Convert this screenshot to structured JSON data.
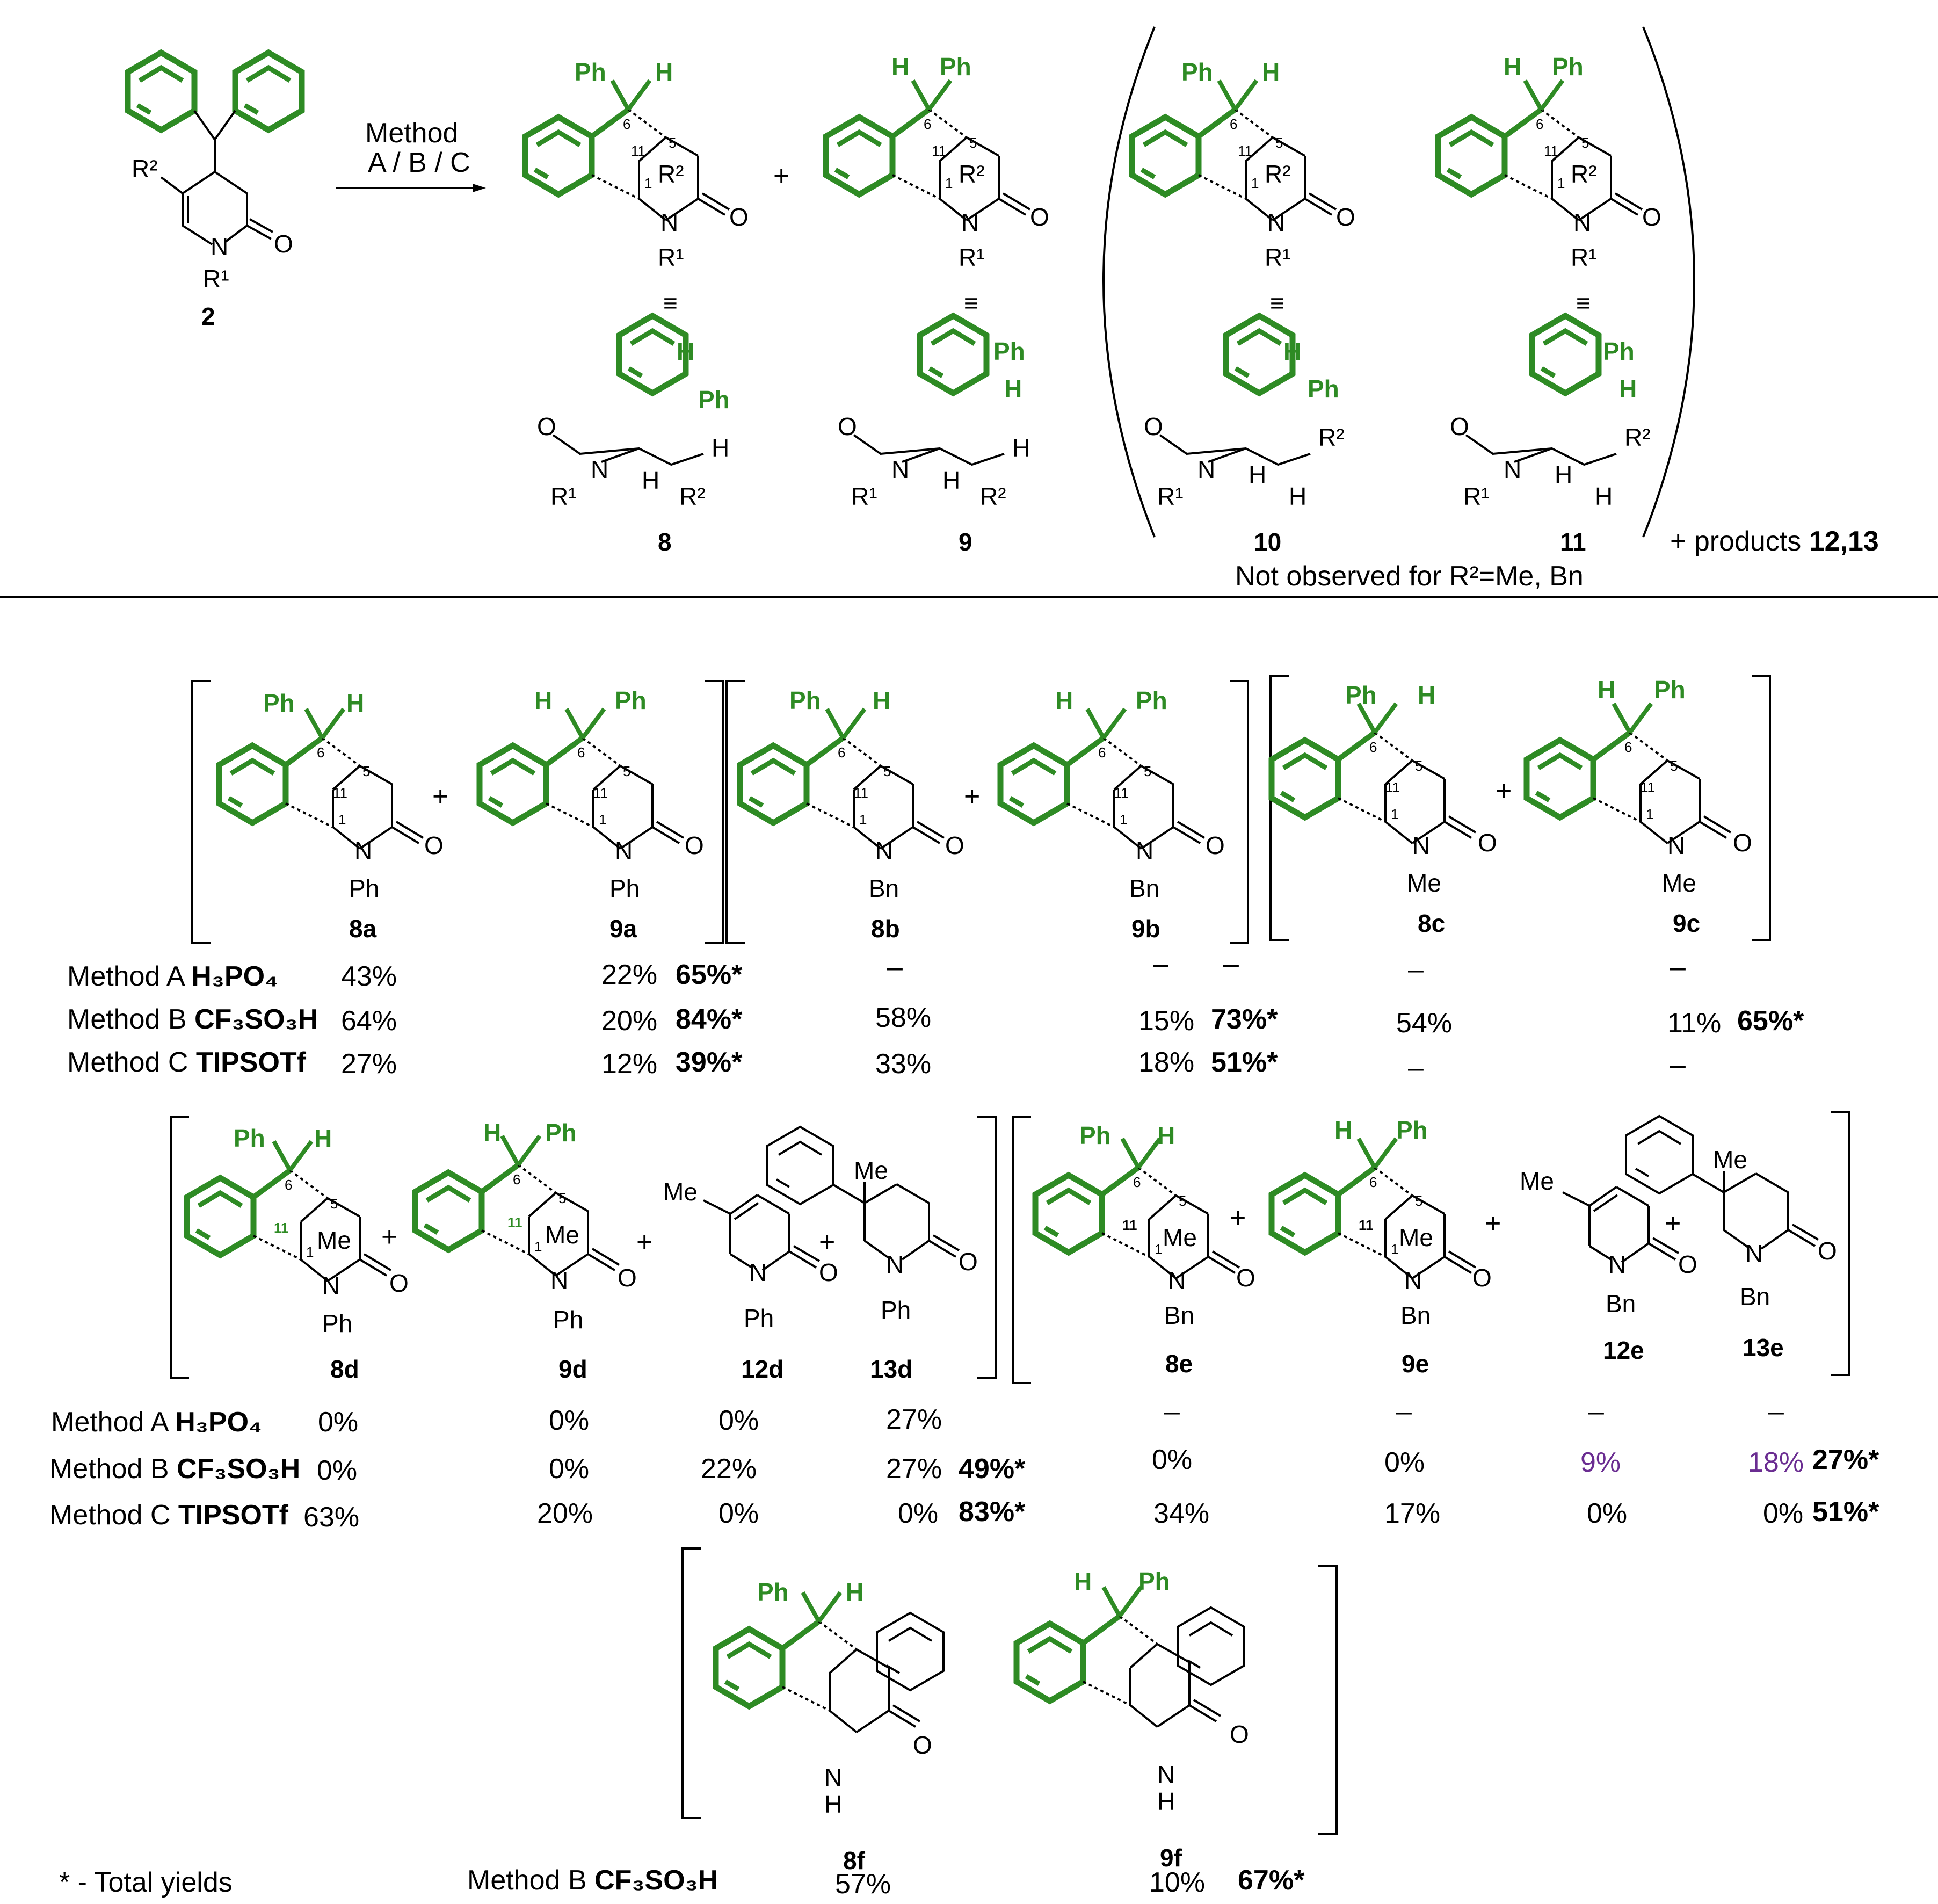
{
  "scheme": {
    "method_arrow": {
      "line1": "Method",
      "line2": "A / B / C"
    },
    "top_labels": {
      "start": "2",
      "p8": "8",
      "p9": "9",
      "p10": "10",
      "p11": "11"
    },
    "not_observed": "Not observed for R²=Me, Bn",
    "plus_products_prefix": "+ products ",
    "plus_products_nums": "12,13",
    "atoms": {
      "Ph": "Ph",
      "H": "H",
      "N": "N",
      "O": "O",
      "Me": "Me",
      "Bn": "Bn",
      "R1": "R¹",
      "R2": "R²",
      "NH": "H",
      "plus": "+",
      "equiv": "≡"
    },
    "locants": {
      "c6": "6",
      "c5": "5",
      "c11": "11",
      "c1": "1"
    }
  },
  "table1": {
    "compound_labels": [
      "8a",
      "9a",
      "8b",
      "9b",
      "8c",
      "9c"
    ],
    "rows": [
      {
        "method": "Method A ",
        "reagent": "H₃PO₄",
        "vals": [
          "43%",
          "22%",
          "65%*",
          "–",
          "–",
          "–",
          "–",
          "–"
        ]
      },
      {
        "method": "Method B ",
        "reagent": "CF₃SO₃H",
        "vals": [
          "64%",
          "20%",
          "84%*",
          "58%",
          "15%",
          "73%*",
          "54%",
          "11%",
          "65%*"
        ]
      },
      {
        "method": "Method C ",
        "reagent": "TIPSOTf",
        "vals": [
          "27%",
          "12%",
          "39%*",
          "33%",
          "18%",
          "51%*",
          "–",
          "–"
        ]
      }
    ]
  },
  "table2": {
    "compound_labels": [
      "8d",
      "9d",
      "12d",
      "13d",
      "8e",
      "9e",
      "12e",
      "13e"
    ],
    "rows": [
      {
        "method": "Method A ",
        "reagent": "H₃PO₄",
        "vals": [
          "0%",
          "0%",
          "0%",
          "27%",
          "–",
          "–",
          "–",
          "–"
        ]
      },
      {
        "method": "Method B ",
        "reagent": "CF₃SO₃H",
        "vals": [
          "0%",
          "0%",
          "22%",
          "27%",
          "49%*",
          "0%",
          "0%",
          "9%",
          "18%",
          "27%*"
        ]
      },
      {
        "method": "Method C ",
        "reagent": "TIPSOTf",
        "vals": [
          "63%",
          "20%",
          "0%",
          "0%",
          "83%*",
          "34%",
          "17%",
          "0%",
          "0%",
          "51%*"
        ]
      }
    ]
  },
  "table3": {
    "compound_labels": [
      "8f",
      "9f"
    ],
    "footnote": "* - Total yields",
    "method": "Method B ",
    "reagent": "CF₃SO₃H",
    "vals": [
      "57%",
      "10%",
      "67%*"
    ]
  },
  "colors": {
    "green": "#2e8b24",
    "purple": "#6a2c91",
    "black": "#000000"
  }
}
